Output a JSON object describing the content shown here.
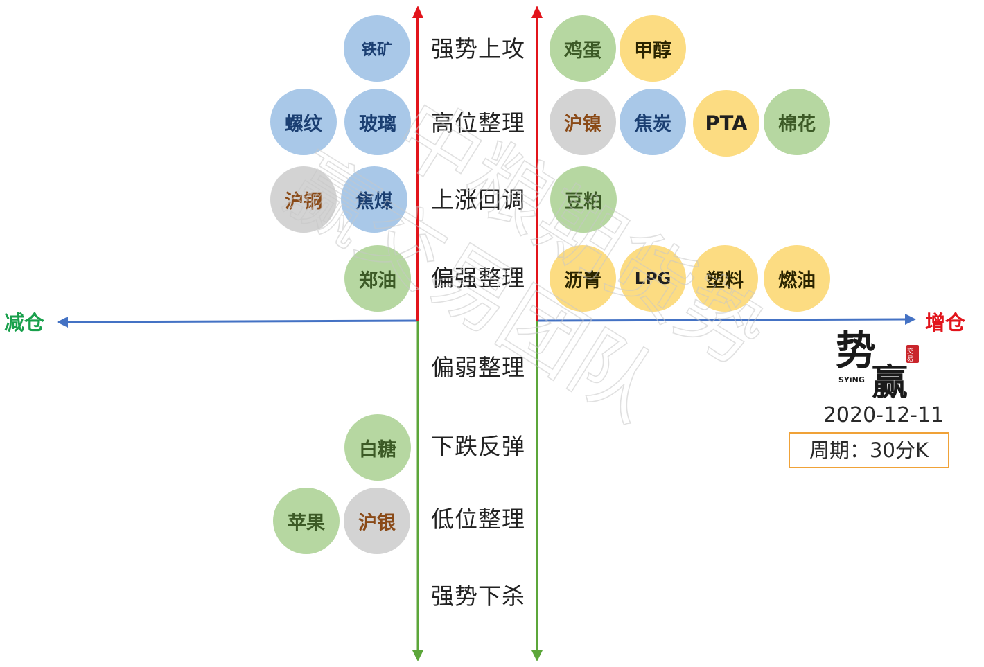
{
  "axes": {
    "decrease_label": "减仓",
    "increase_label": "增仓",
    "colors": {
      "up": "#e2141b",
      "down": "#5ca63a",
      "horizontal": "#4472c4"
    }
  },
  "levels": [
    "强势上攻",
    "高位整理",
    "上涨回调",
    "偏强整理",
    "偏弱整理",
    "下跌反弹",
    "低位整理",
    "强势下杀"
  ],
  "left_bubbles": {
    "r0": [
      {
        "label": "铁矿",
        "color": "blue"
      }
    ],
    "r1": [
      {
        "label": "螺纹",
        "color": "blue"
      },
      {
        "label": "玻璃",
        "color": "blue"
      }
    ],
    "r2": [
      {
        "label": "沪铜",
        "color": "gray"
      },
      {
        "label": "焦煤",
        "color": "blue"
      }
    ],
    "r3": [
      {
        "label": "郑油",
        "color": "green"
      }
    ],
    "r5": [
      {
        "label": "白糖",
        "color": "green"
      }
    ],
    "r6": [
      {
        "label": "苹果",
        "color": "green"
      },
      {
        "label": "沪银",
        "color": "gray"
      }
    ]
  },
  "right_bubbles": {
    "r0": [
      {
        "label": "鸡蛋",
        "color": "green"
      },
      {
        "label": "甲醇",
        "color": "yellow"
      }
    ],
    "r1": [
      {
        "label": "沪镍",
        "color": "gray"
      },
      {
        "label": "焦炭",
        "color": "blue"
      },
      {
        "label": "PTA",
        "color": "yellow"
      },
      {
        "label": "棉花",
        "color": "green"
      }
    ],
    "r2": [
      {
        "label": "豆粕",
        "color": "green"
      }
    ],
    "r3": [
      {
        "label": "沥青",
        "color": "yellow"
      },
      {
        "label": "LPG",
        "color": "yellow"
      },
      {
        "label": "塑料",
        "color": "yellow"
      },
      {
        "label": "燃油",
        "color": "yellow"
      }
    ]
  },
  "info": {
    "logo_text": "势赢",
    "logo_sub": "SYiNG",
    "logo_stamp": "交易",
    "date": "2020-12-11",
    "period": "周期：30分K"
  },
  "watermark": {
    "line1": "中粮期货势",
    "line2": "赢交易团队"
  }
}
